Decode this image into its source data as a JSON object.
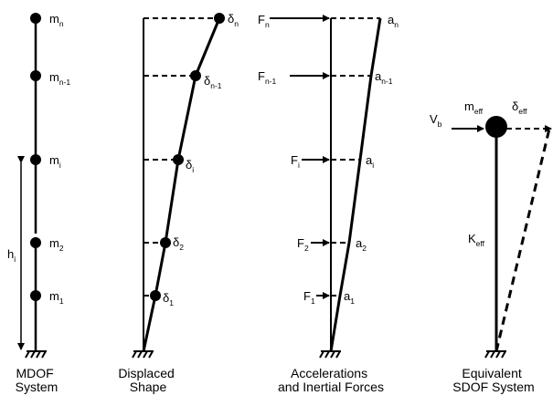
{
  "mdof": {
    "masses": [
      {
        "base": "m",
        "sub": "n"
      },
      {
        "base": "m",
        "sub": "n-1"
      },
      {
        "base": "m",
        "sub": "i"
      },
      {
        "base": "m",
        "sub": "2"
      },
      {
        "base": "m",
        "sub": "1"
      }
    ],
    "height": {
      "base": "h",
      "sub": "i"
    },
    "caption": [
      "MDOF",
      "System"
    ]
  },
  "displaced": {
    "labels": [
      {
        "base": "δ",
        "sub": "n"
      },
      {
        "base": "δ",
        "sub": "n-1"
      },
      {
        "base": "δ",
        "sub": "i"
      },
      {
        "base": "δ",
        "sub": "2"
      },
      {
        "base": "δ",
        "sub": "1"
      }
    ],
    "caption": [
      "Displaced",
      "Shape"
    ]
  },
  "forces": {
    "force_labels": [
      {
        "base": "F",
        "sub": "n"
      },
      {
        "base": "F",
        "sub": "n-1"
      },
      {
        "base": "F",
        "sub": "i"
      },
      {
        "base": "F",
        "sub": "2"
      },
      {
        "base": "F",
        "sub": "1"
      }
    ],
    "accel_labels": [
      {
        "base": "a",
        "sub": "n"
      },
      {
        "base": "a",
        "sub": "n-1"
      },
      {
        "base": "a",
        "sub": "i"
      },
      {
        "base": "a",
        "sub": "2"
      },
      {
        "base": "a",
        "sub": "1"
      }
    ],
    "caption": [
      "Accelerations",
      "and Inertial Forces"
    ]
  },
  "sdof": {
    "base_shear": {
      "base": "V",
      "sub": "b"
    },
    "mass": {
      "base": "m",
      "sub": "eff"
    },
    "displacement": {
      "base": "δ",
      "sub": "eff"
    },
    "stiffness": {
      "base": "K",
      "sub": "eff"
    },
    "caption": [
      "Equivalent",
      "SDOF System"
    ]
  }
}
